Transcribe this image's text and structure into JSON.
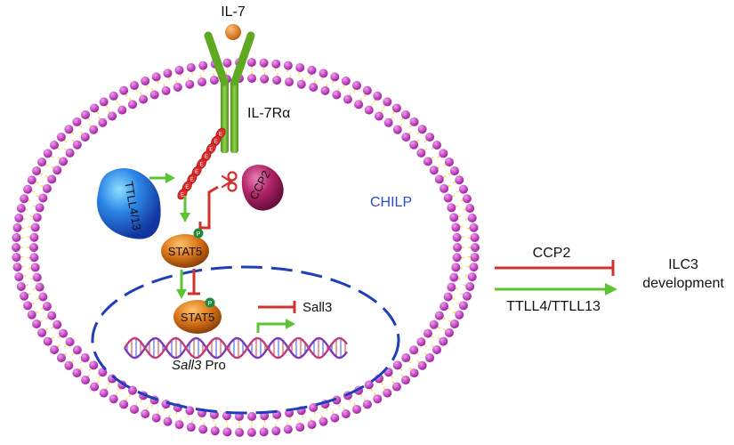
{
  "labels": {
    "ligand": "IL-7",
    "receptor": "IL-7Rα",
    "enzyme_left": "TTLL4/13",
    "enzyme_right": "CCP2",
    "cell_type": "CHILP",
    "phospho": "P",
    "stat_cyto": "STAT5",
    "stat_nuc": "STAT5",
    "target_gene": "Sall3",
    "promoter_italic": "Sall3",
    "promoter_suffix": " Pro",
    "glu_residue": "E"
  },
  "legend": {
    "inhibitor": "CCP2",
    "activator": "TTLL4/TTLL13",
    "outcome_line1": "ILC3",
    "outcome_line2": "development"
  },
  "colors": {
    "membrane_head": "#c23bc2",
    "membrane_tail": "#f0e23c",
    "receptor": "#6bb62a",
    "ligand": "#e07d22",
    "activation_arrow": "#5cc433",
    "inhibition_line": "#d0312d",
    "nucleus_dash": "#1e3fb8",
    "cell_label": "#2b4cc8",
    "stat5": "#d87518",
    "phospho": "#1e8a3c",
    "ttll": "#2a78e0",
    "ccp2": "#b02466",
    "glu_chain": "#e02a2a"
  }
}
